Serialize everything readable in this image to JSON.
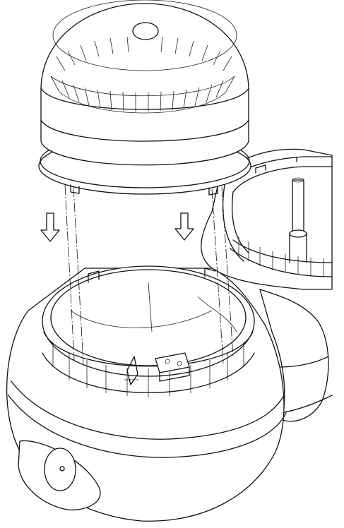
{
  "figure": {
    "style": "patent line drawing",
    "colors": {
      "line": "#111111",
      "background": "#ffffff"
    },
    "parts": [
      "cap",
      "main-body",
      "secondary-ring",
      "support-post",
      "internal-bracket",
      "front-button"
    ],
    "arrows": {
      "count": 2,
      "direction": "down"
    }
  }
}
